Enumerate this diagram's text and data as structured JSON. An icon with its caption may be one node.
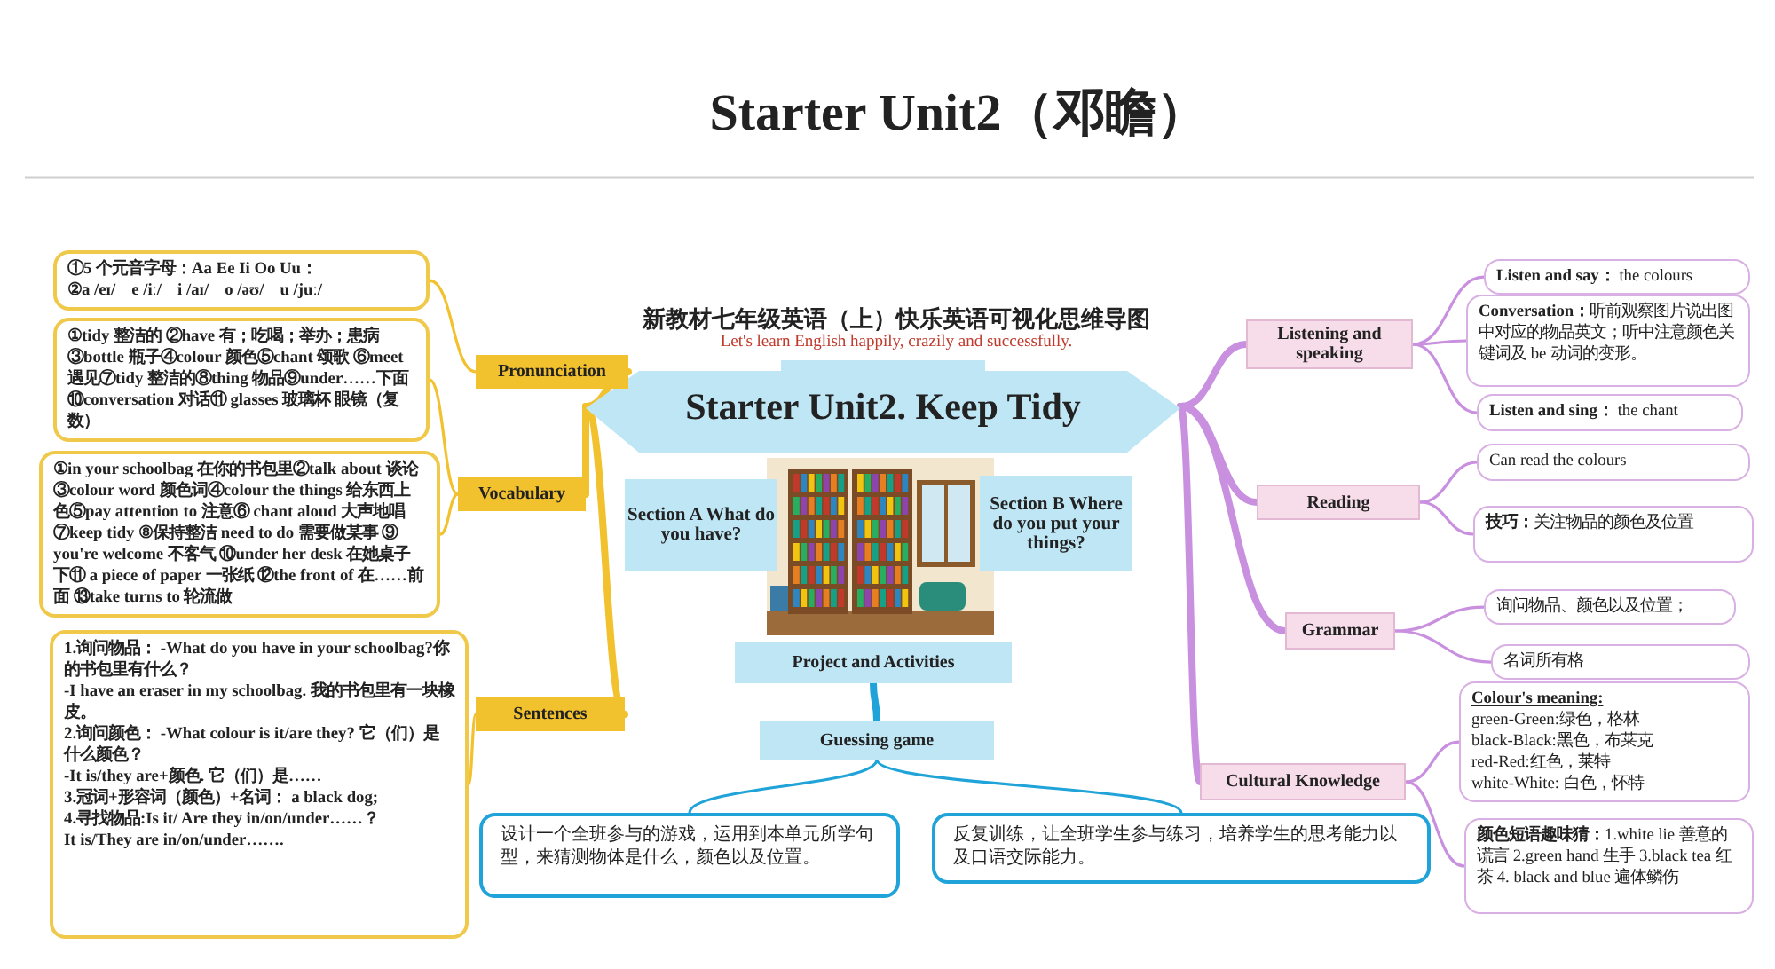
{
  "diagram": {
    "title": "Starter Unit2（邓瞻）",
    "nodes": [
      {
        "text": [
          "Starter Unit2. Keep Tidy"
        ]
      },
      {
        "text": [
          "Section A What do you have?"
        ]
      },
      {
        "text": [
          "Section B Where do you put your things?"
        ]
      },
      {
        "text": [
          "Project and Activities"
        ]
      },
      {
        "text": [
          "Guessing game"
        ]
      },
      {
        "text": [
          "设计一个全班参与的游戏，运用到本单元所学句型，来猜测物体是什么，颜色以及位置。"
        ]
      },
      {
        "text": [
          "反复训练，让全班学生参与练习，培养学生的思考能力以及口语交际能力。"
        ]
      },
      {
        "text": [
          "Pronunciation"
        ]
      },
      {
        "text": [
          "①5 个元音字母：Aa Ee Ii Oo Uu：",
          "②a /eɪ/　e /iː/　i /aɪ/　o /əʊ/　u /juː/"
        ]
      },
      {
        "text": [
          "Vocabulary"
        ]
      },
      {
        "text": [
          "①tidy 整洁的 ②have 有；吃喝；举办；患病③bottle 瓶子④colour 颜色⑤chant 颂歌 ⑥meet 遇见⑦tidy 整洁的⑧thing 物品⑨under……下面 ⑩conversation 对话⑪ glasses 玻璃杯 眼镜（复数）"
        ]
      },
      {
        "text": [
          "①in your schoolbag 在你的书包里②talk about 谈论③colour word 颜色词④colour the things 给东西上色⑤pay attention to 注意⑥ chant aloud 大声地唱⑦keep tidy ⑧保持整洁 need to do 需要做某事 ⑨ you're welcome 不客气 ⑩under her desk 在她桌子下⑪ a piece of paper 一张纸 ⑫the front of 在……前面 ⑬take turns to 轮流做"
        ]
      },
      {
        "text": [
          "Sentences"
        ]
      },
      {
        "text": [
          "**1.询问物品：** -What do you have in your schoolbag?你的书包里有什么？",
          "-I have an eraser in my schoolbag. 我的书包里有一块橡皮。",
          "**2.询问颜色：** -What colour is it/are they? 它（们）是什么颜色？",
          "-It is/they are+颜色. 它（们）是……",
          "**3.冠词+形容词（颜色）+名词：** a black dog;",
          "**4.寻找物品:**Is it/ Are they in/on/under……？",
          "It is/They are in/on/under……."
        ]
      },
      {
        "text": [
          "Listening and speaking"
        ]
      },
      {
        "text": [
          "**Listen and say：** the colours"
        ]
      },
      {
        "text": [
          "**Conversation：**听前观察图片说出图中对应的物品英文；听中注意颜色关键词及 be 动词的变形。"
        ]
      },
      {
        "text": [
          "**Listen and sing：** the chant"
        ]
      },
      {
        "text": [
          "Reading"
        ]
      },
      {
        "text": [
          "Can read the colours"
        ]
      },
      {
        "text": [
          "**技巧：**关注物品的颜色及位置"
        ]
      },
      {
        "text": [
          "Grammar"
        ]
      },
      {
        "text": [
          "询问物品、颜色以及位置；"
        ]
      },
      {
        "text": [
          "名词所有格"
        ]
      },
      {
        "text": [
          "Cultural Knowledge"
        ]
      },
      {
        "text": [
          "Colour's meaning:",
          "green-Green:绿色，格林",
          "black-Black:黑色，布莱克",
          "red-Red:红色，莱特",
          "white-White: 白色，怀特"
        ]
      },
      {
        "text": [
          "**颜色短语趣味猜：**1.white lie 善意的谎言 2.green hand 生手 3.black tea 红茶 4. black and blue 遍体鳞伤"
        ]
      }
    ],
    "edges": [
      {
        "from": 0,
        "to": 7,
        "arrow": "none",
        "style": "thick",
        "color": "#f2c12e"
      },
      {
        "from": 0,
        "to": 9,
        "arrow": "none",
        "style": "thick",
        "color": "#f2c12e"
      },
      {
        "from": 0,
        "to": 12,
        "arrow": "none",
        "style": "thick",
        "color": "#f2c12e"
      },
      {
        "from": 7,
        "to": 8,
        "arrow": "none",
        "color": "#f2c12e"
      },
      {
        "from": 9,
        "to": 10,
        "arrow": "none",
        "color": "#f2c12e"
      },
      {
        "from": 9,
        "to": 11,
        "arrow": "none",
        "color": "#f2c12e"
      },
      {
        "from": 12,
        "to": 13,
        "arrow": "none",
        "color": "#f2c12e"
      },
      {
        "from": 3,
        "to": 4,
        "arrow": "none",
        "style": "thick",
        "color": "#1fa3d8"
      },
      {
        "from": 4,
        "to": 5,
        "arrow": "none",
        "color": "#1fa3d8"
      },
      {
        "from": 4,
        "to": 6,
        "arrow": "none",
        "color": "#1fa3d8"
      },
      {
        "from": 0,
        "to": 14,
        "arrow": "none",
        "style": "thick"
      },
      {
        "from": 0,
        "to": 18,
        "arrow": "none",
        "style": "thick"
      },
      {
        "from": 0,
        "to": 21,
        "arrow": "none",
        "style": "thick"
      },
      {
        "from": 0,
        "to": 24,
        "arrow": "none",
        "style": "thick"
      },
      {
        "from": 14,
        "to": 15,
        "arrow": "none"
      },
      {
        "from": 14,
        "to": 16,
        "arrow": "none"
      },
      {
        "from": 14,
        "to": 17,
        "arrow": "none"
      },
      {
        "from": 18,
        "to": 19,
        "arrow": "none"
      },
      {
        "from": 18,
        "to": 20,
        "arrow": "none"
      },
      {
        "from": 21,
        "to": 22,
        "arrow": "none"
      },
      {
        "from": 21,
        "to": 23,
        "arrow": "none"
      },
      {
        "from": 24,
        "to": 25,
        "arrow": "none"
      },
      {
        "from": 24,
        "to": 26,
        "arrow": "none"
      }
    ],
    "labels": [
      "新教材七年级英语（上）快乐英语可视化思维导图",
      "Let's learn English happily, crazily and successfully."
    ]
  }
}
